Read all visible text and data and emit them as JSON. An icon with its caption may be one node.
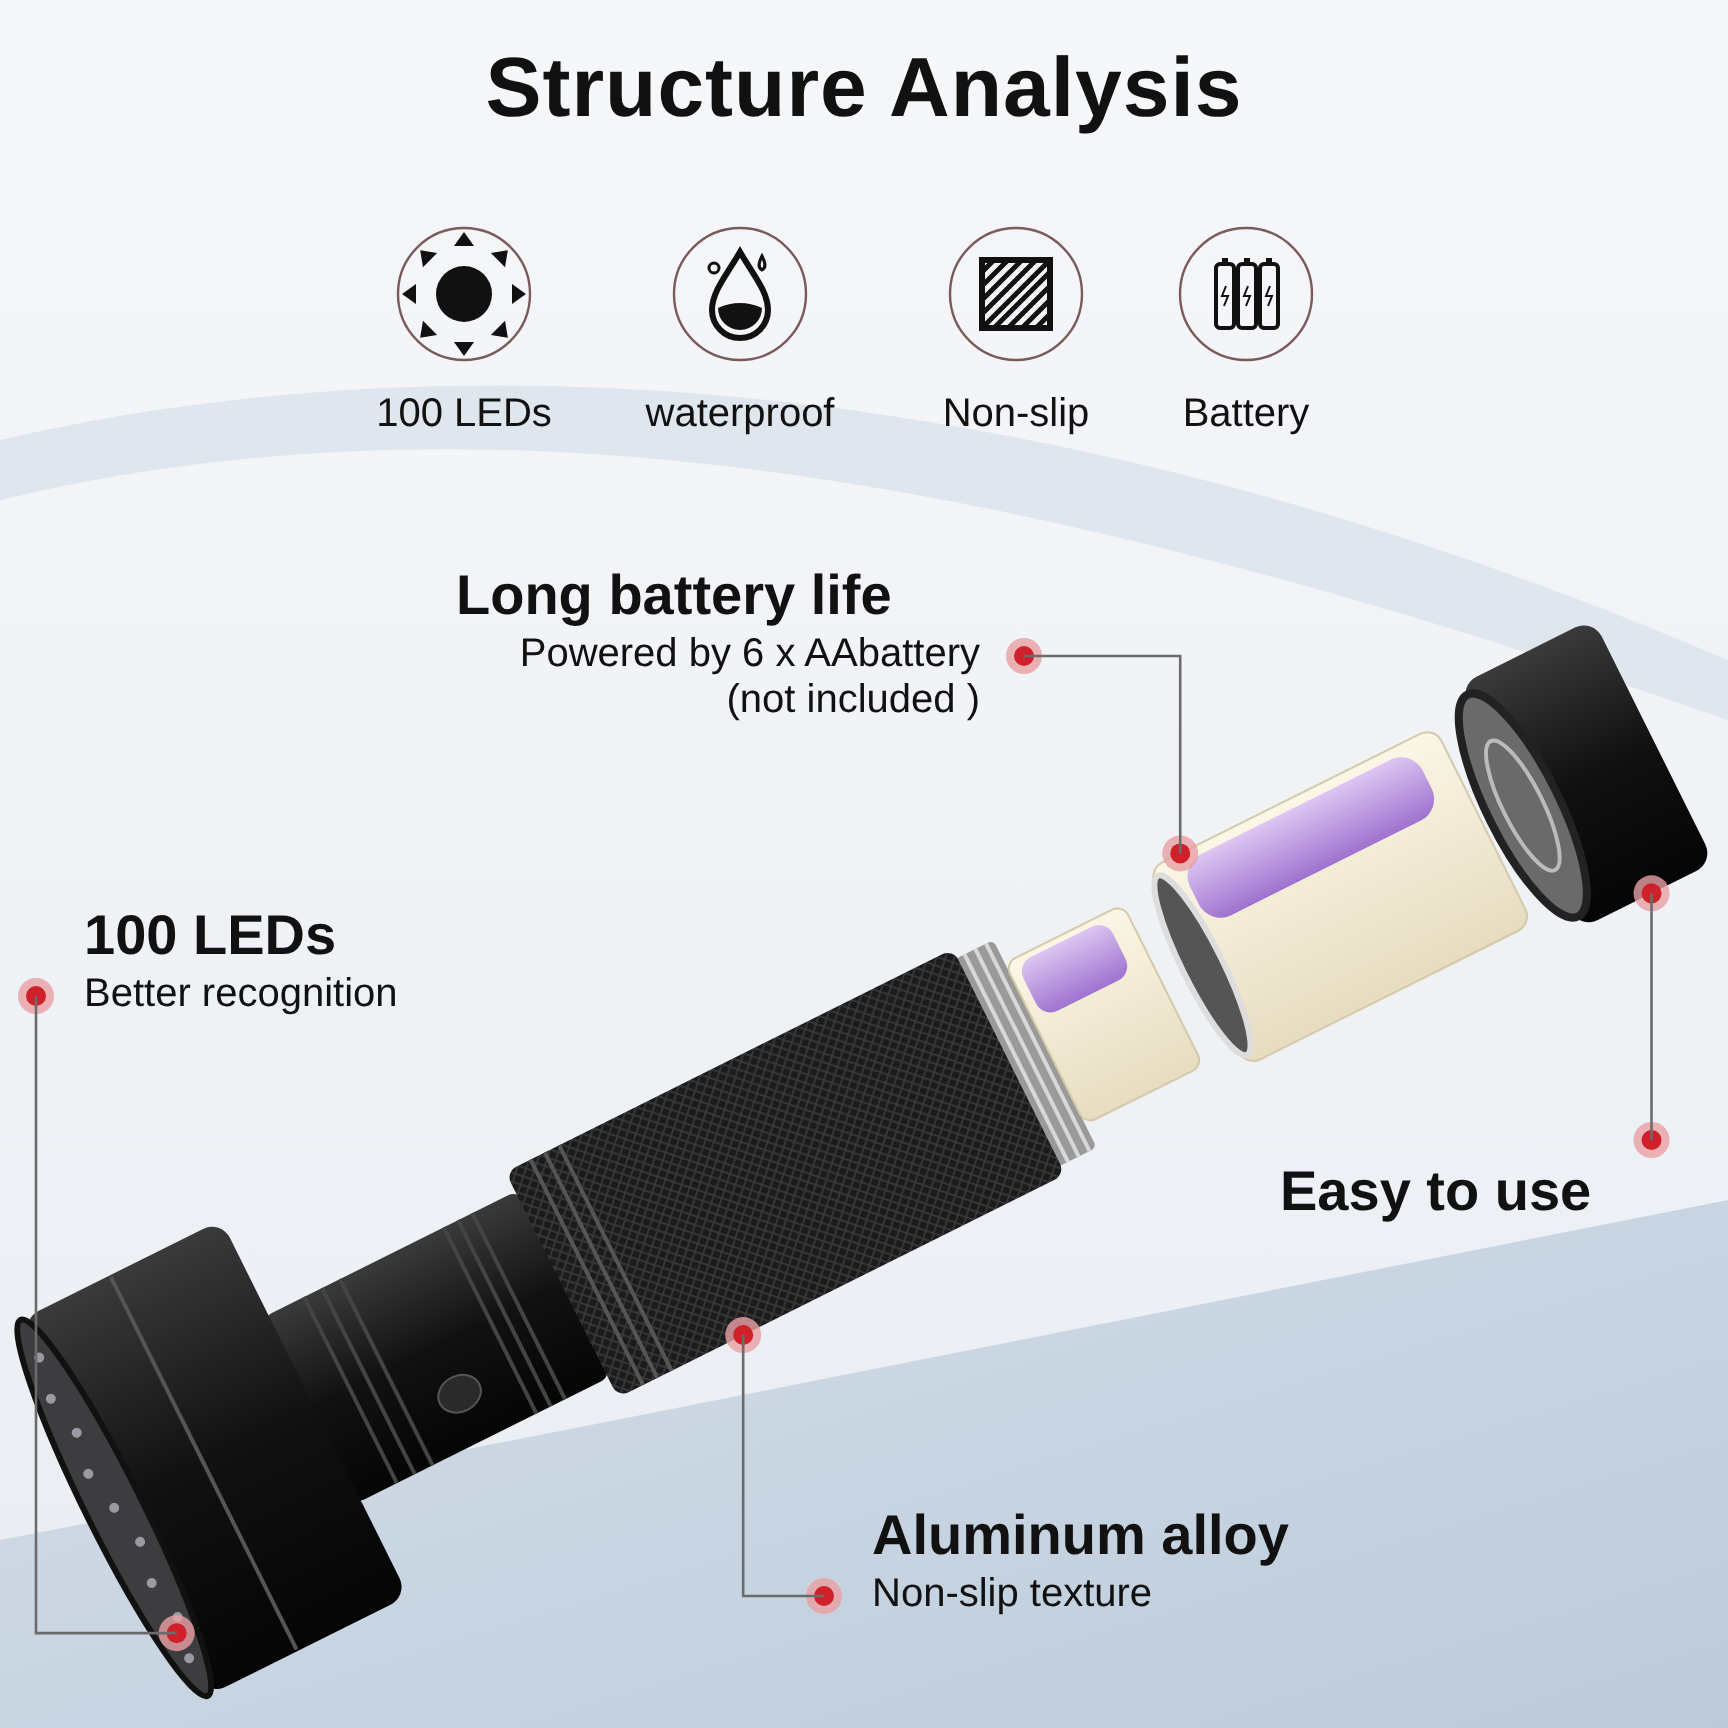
{
  "diagram": {
    "title": "Structure Analysis",
    "nodes": [
      {
        "text": [
          "100 LEDs"
        ]
      },
      {
        "text": [
          "waterproof"
        ]
      },
      {
        "text": [
          "Non-slip"
        ]
      },
      {
        "text": [
          "Battery"
        ]
      },
      {
        "text": [
          "Long battery life",
          "Powered by 6 x AAbattery (not included )"
        ]
      },
      {
        "text": [
          "100 LEDs",
          "Better recognition"
        ]
      },
      {
        "text": [
          "Easy to use"
        ]
      },
      {
        "text": [
          "Aluminum alloy",
          "Non-slip texture"
        ]
      },
      {
        "text": [],
        "shape": "picture"
      },
      {
        "text": [],
        "shape": "picture"
      },
      {
        "text": [],
        "shape": "picture"
      },
      {
        "text": [],
        "shape": "picture"
      }
    ],
    "edges": [
      {
        "from": 4,
        "to": 8,
        "arrow": "none"
      },
      {
        "from": 5,
        "to": 9,
        "arrow": "none"
      },
      {
        "from": 6,
        "to": 10,
        "arrow": "none"
      },
      {
        "from": 7,
        "to": 11,
        "arrow": "none"
      }
    ]
  }
}
